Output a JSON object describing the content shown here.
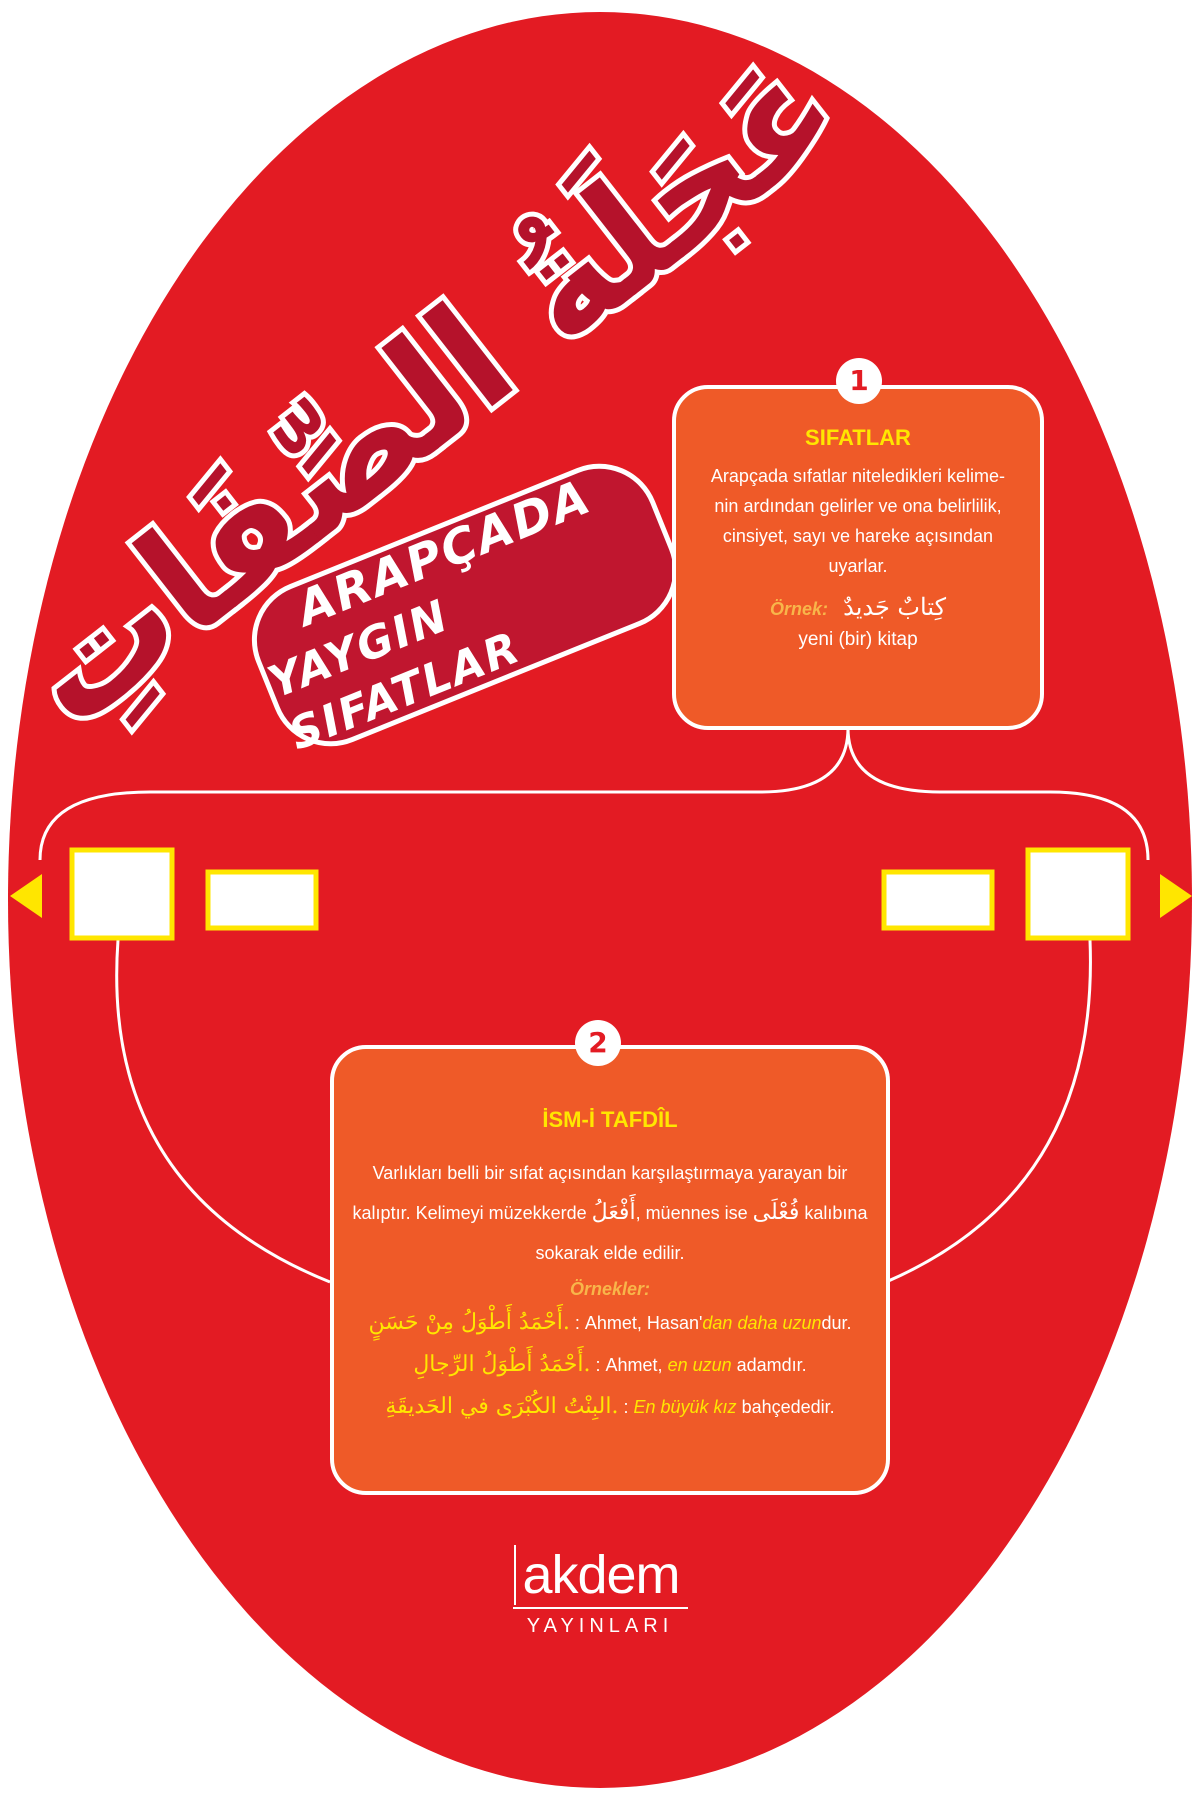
{
  "title_arabic": "عَجَلَةُ الصِّفَاتِ",
  "subtitle": {
    "line1": "ARAPÇADA",
    "line2": "YAYGIN SIFATLAR"
  },
  "card1": {
    "number": "1",
    "title": "SIFATLAR",
    "body_line1": "Arapçada sıfatlar niteledikleri kelime-",
    "body_line2": "nin ardından gelirler ve ona belirlilik,",
    "body_line3": "cinsiyet, sayı ve hareke açısından",
    "body_line4": "uyarlar.",
    "example_label": "Örnek:",
    "example_arabic": "كِتابٌ جَديدٌ",
    "example_translation": "yeni (bir) kitap"
  },
  "card2": {
    "number": "2",
    "title": "İSM-İ TAFDÎL",
    "body_line1": "Varlıkları belli bir sıfat açısından karşılaştırmaya yarayan bir",
    "body_line2_a": "kalıptır. Kelimeyi müzekkerde",
    "body_line2_ar1": "أَفْعَلُ",
    "body_line2_b": ", müennes ise",
    "body_line2_ar2": "فُعْلَى",
    "body_line2_c": "kalıbına",
    "body_line3": "sokarak elde edilir.",
    "examples_label": "Örnekler:",
    "examples": [
      {
        "arabic": "أَحْمَدُ أَطْوَلُ مِنْ حَسَنٍ.",
        "pre": ": Ahmet, Hasan'",
        "ital": "dan daha uzun",
        "post": "dur."
      },
      {
        "arabic": "أَحْمَدُ أَطْوَلُ الرِّجالِ.",
        "pre": ": Ahmet,",
        "ital": "en uzun",
        "post": "adamdır."
      },
      {
        "arabic": "البِنْتُ الكُبْرَى في الحَديقَةِ.",
        "pre": ":",
        "ital": "En büyük kız",
        "post": "bahçededir."
      }
    ]
  },
  "publisher": {
    "name": "akdem",
    "sub": "YAYINLARI"
  },
  "colors": {
    "wheel": "#e31b23",
    "card": "#ef5a28",
    "accent": "#ffe600",
    "title_text": "#b5122b"
  }
}
